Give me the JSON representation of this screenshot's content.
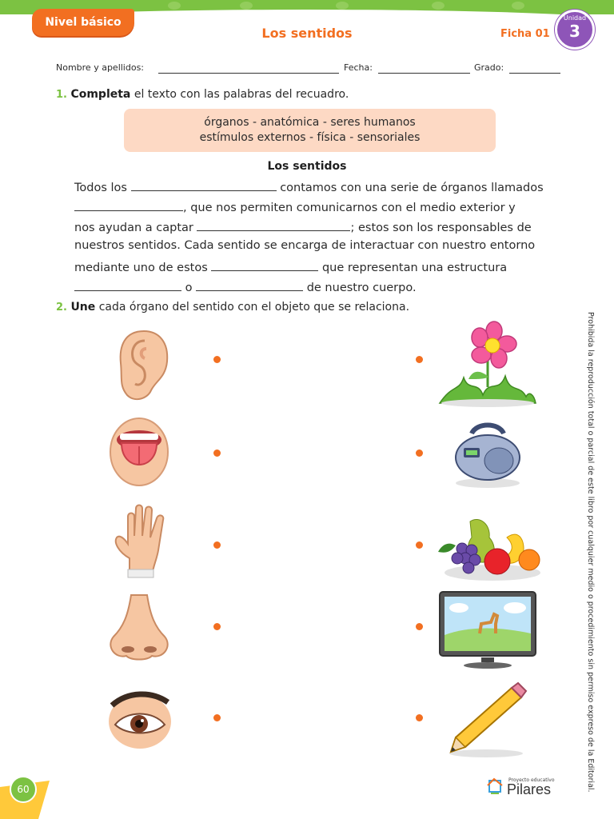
{
  "header": {
    "level": "Nivel básico",
    "title": "Los sentidos",
    "ficha": "Ficha 01",
    "unit_label": "Unidad",
    "unit_number": "3"
  },
  "fields": {
    "name_label": "Nombre y apellidos:",
    "date_label": "Fecha:",
    "grade_label": "Grado:"
  },
  "q1": {
    "num": "1.",
    "bold": "Completa",
    "rest": "el texto con las palabras del recuadro.",
    "words_line1": "órganos - anatómica  - seres humanos",
    "words_line2": "estímulos externos - física - sensoriales",
    "subtitle": "Los sentidos",
    "lines": [
      {
        "a": "Todos los",
        "b": "contamos con una serie de órganos llamados"
      },
      {
        "a": ", que nos permiten comunicarnos con el medio exterior y"
      },
      {
        "a": "nos ayudan a captar",
        "b": "; estos son los responsables de"
      },
      {
        "a": "nuestros sentidos. Cada sentido se encarga de interactuar con nuestro entorno"
      },
      {
        "a": "mediante uno de estos",
        "b": "que representan una estructura"
      },
      {
        "a": "o",
        "b": "de nuestro cuerpo."
      }
    ]
  },
  "q2": {
    "num": "2.",
    "bold": "Une",
    "rest": "cada órgano del sentido con el objeto que se relaciona."
  },
  "organs": [
    "ear-icon",
    "tongue-icon",
    "hand-icon",
    "nose-icon",
    "eye-icon"
  ],
  "objects": [
    "flower-icon",
    "radio-icon",
    "fruits-icon",
    "tv-icon",
    "pencil-icon"
  ],
  "sidebar_text": "Prohibida la reproducción total o parcial de este libro por cualquier medio o procedimiento sin permiso expreso de la Editorial.",
  "footer": {
    "page": "60",
    "brand_small": "Proyecto educativo",
    "brand": "Pilares"
  },
  "colors": {
    "orange": "#f26f21",
    "green": "#7cc242",
    "purple": "#8e55b8",
    "peach": "#fdd9c4"
  }
}
